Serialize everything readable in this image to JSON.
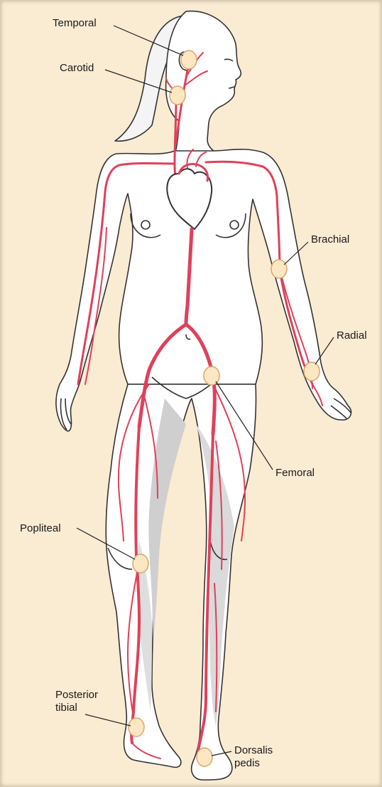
{
  "labels": {
    "temporal": "Temporal",
    "carotid": "Carotid",
    "brachial": "Brachial",
    "radial": "Radial",
    "femoral": "Femoral",
    "popliteal": "Popliteal",
    "posterior_tibial": [
      "Posterior",
      "tibial"
    ],
    "dorsalis_pedis": [
      "Dorsalis",
      "pedis"
    ]
  },
  "colors": {
    "background": "#faebd3",
    "body_fill": "#ffffff",
    "body_outline": "#333333",
    "artery": "#e0405a",
    "pulse_point_fill": "#fde7c2",
    "pulse_point_stroke": "#d9a56a"
  }
}
